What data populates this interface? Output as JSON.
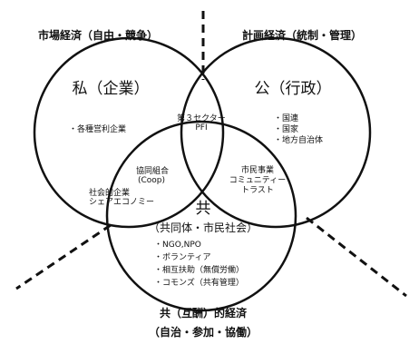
{
  "labels": {
    "market_title": "市場経済（自由・競争）",
    "plan_title": "計画経済（統制・管理）",
    "reciprocal_title": "共（互酬）的経済",
    "reciprocal_sub": "（自治・参加・協働）"
  },
  "circles": {
    "private": {
      "title": "私（企業）",
      "items": [
        "・各種営利企業"
      ]
    },
    "public": {
      "title": "公（行政）",
      "items": [
        "・国連",
        "・国家",
        "・地方自治体"
      ]
    },
    "common": {
      "title": "共",
      "subtitle": "（共同体・市民社会）",
      "items": [
        "・NGO,NPO",
        "・ボランティア",
        "・相互扶助（無償労働）",
        "・コモンズ（共有管理）"
      ]
    }
  },
  "overlaps": {
    "private_public": [
      "第３セクター",
      "PFI"
    ],
    "private_common_1": [
      "協同組合",
      "(Coop)"
    ],
    "private_common_2": [
      "社会的企業",
      "シェアエコノミー"
    ],
    "public_common": [
      "市民事業",
      "コミュニティー",
      "トラスト"
    ]
  },
  "style": {
    "line_color": "#111111"
  }
}
